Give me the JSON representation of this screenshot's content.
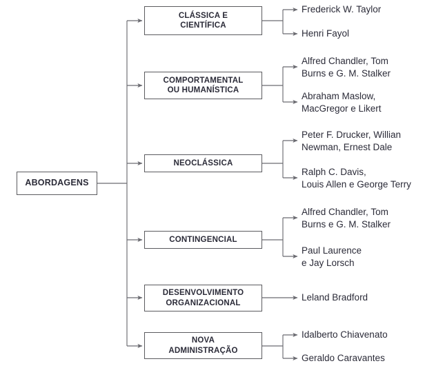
{
  "diagram": {
    "title": "ABORDAGENS",
    "colors": {
      "background": "#ffffff",
      "line": "#6a6a70",
      "box_border": "#5a5a5e",
      "text": "#2b2b38"
    },
    "root": {
      "label": "ABORDAGENS"
    },
    "branches": [
      {
        "label": "CLÁSSICA E\nCIENTÍFICA",
        "leaves": [
          {
            "label": "Frederick W. Taylor"
          },
          {
            "label": "Henri Fayol"
          }
        ]
      },
      {
        "label": "COMPORTAMENTAL\nOU HUMANÍSTICA",
        "leaves": [
          {
            "label": "Alfred Chandler, Tom\nBurns e G. M. Stalker"
          },
          {
            "label": "Abraham Maslow,\nMacGregor e Likert"
          }
        ]
      },
      {
        "label": "NEOCLÁSSICA",
        "leaves": [
          {
            "label": "Peter F. Drucker, Willian\nNewman, Ernest Dale"
          },
          {
            "label": "Ralph C. Davis,\nLouis Allen e George Terry"
          }
        ]
      },
      {
        "label": "CONTINGENCIAL",
        "leaves": [
          {
            "label": "Alfred Chandler, Tom\nBurns e G. M. Stalker"
          },
          {
            "label": "Paul Laurence\ne Jay Lorsch"
          }
        ]
      },
      {
        "label": "DESENVOLVIMENTO\nORGANIZACIONAL",
        "leaves": [
          {
            "label": "Leland Bradford"
          }
        ]
      },
      {
        "label": "NOVA\nADMINISTRAÇÃO",
        "leaves": [
          {
            "label": "Idalberto Chiavenato"
          },
          {
            "label": "Geraldo Caravantes"
          }
        ]
      }
    ]
  }
}
